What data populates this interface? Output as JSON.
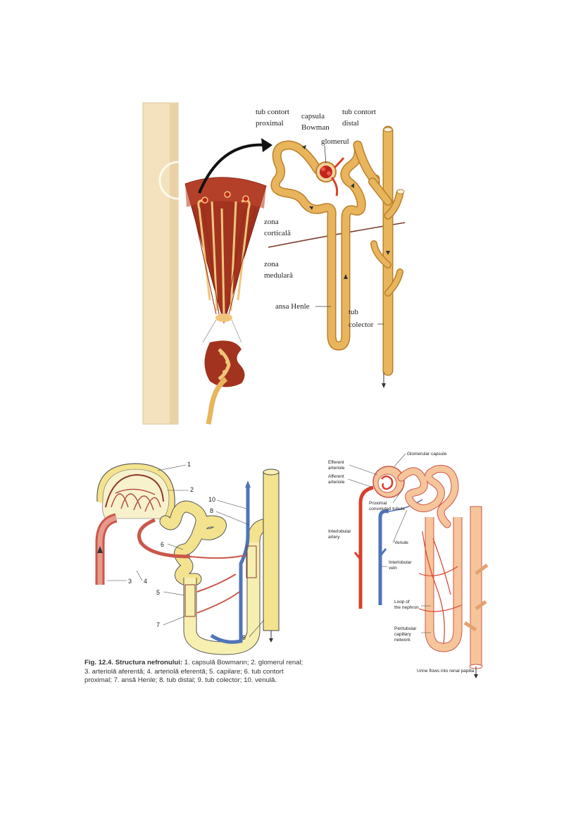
{
  "top_diagram": {
    "labels": {
      "proximal_tubule": [
        "tub contort",
        "proximal"
      ],
      "bowman_capsule": [
        "capsula",
        "Bowman"
      ],
      "distal_tubule": [
        "tub contort",
        "distal"
      ],
      "glomerulus": "glomerul",
      "cortex": [
        "zona",
        "corticală"
      ],
      "medulla": [
        "zona",
        "medulară"
      ],
      "loop_of_henle": "ansa Henle",
      "collecting_duct": [
        "tub",
        "colector"
      ]
    }
  },
  "bottom_left_diagram": {
    "numbers": [
      "1",
      "2",
      "3",
      "4",
      "5",
      "6",
      "7",
      "8",
      "9",
      "10"
    ],
    "caption": {
      "prefix": "Fig. 12.4. Structura nefronului:",
      "text": "1. capsulă Bowmann; 2. glomerul renal; 3. arteriolă aferentă; 4. arteriolă eferentă; 5. capilare; 6. tub contort proximal; 7. ansă Henle; 8. tub distal; 9. tub colector; 10. venulă."
    }
  },
  "bottom_right_diagram": {
    "labels": {
      "glomerular_capsule": "Glomerular capsule",
      "efferent_arteriole": [
        "Efferent",
        "arteriole"
      ],
      "afferent_arteriole": [
        "Afferent",
        "arteriole"
      ],
      "proximal_convoluted_tubule": [
        "Proximal",
        "convoluted tubule"
      ],
      "interlobular_artery": [
        "Interlobular",
        "artery"
      ],
      "venule": "Venule",
      "interlobular_vein": [
        "Interlobular",
        "vein"
      ],
      "loop_of_nephron": [
        "Loop of",
        "the nephron"
      ],
      "peritubular_capillary_network": [
        "Peritubular",
        "capillary",
        "network"
      ],
      "urine_flow": "Urine flows into renal papilla"
    }
  },
  "colors": {
    "tubule": "#e8b45c",
    "tubule_dark": "#b9802c",
    "cortex_red": "#a2331f",
    "artery_red": "#d8402c",
    "vein_blue": "#4f74b8",
    "bl_tubule": "#f4e38e",
    "bl_artery": "#c9584a",
    "br_tubule": "#f7c59b",
    "bookmark": "#f3e2bd"
  }
}
